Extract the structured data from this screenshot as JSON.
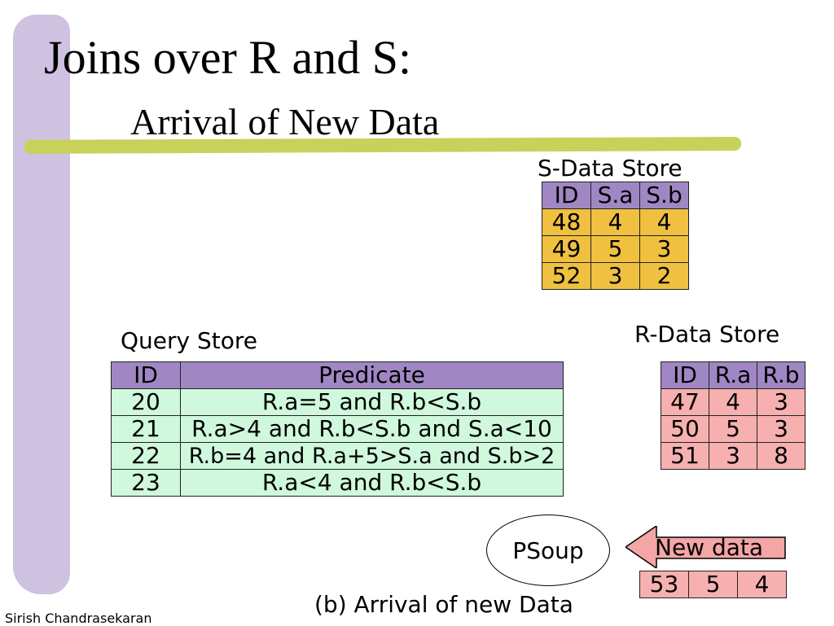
{
  "slide": {
    "title": "Joins over R and S:",
    "subtitle": "Arrival of New Data",
    "footer": "Sirish Chandrasekaran",
    "caption_bottom": "(b) Arrival of new Data"
  },
  "s_store": {
    "label": "S-Data Store",
    "headers": [
      "ID",
      "S.a",
      "S.b"
    ],
    "rows": [
      [
        "48",
        "4",
        "4"
      ],
      [
        "49",
        "5",
        "3"
      ],
      [
        "52",
        "3",
        "2"
      ]
    ]
  },
  "r_store": {
    "label": "R-Data Store",
    "headers": [
      "ID",
      "R.a",
      "R.b"
    ],
    "rows": [
      [
        "47",
        "4",
        "3"
      ],
      [
        "50",
        "5",
        "3"
      ],
      [
        "51",
        "3",
        "8"
      ]
    ]
  },
  "query_store": {
    "label": "Query Store",
    "headers": [
      "ID",
      "Predicate"
    ],
    "rows": [
      [
        "20",
        "R.a=5 and R.b<S.b"
      ],
      [
        "21",
        "R.a>4 and R.b<S.b and S.a<10"
      ],
      [
        "22",
        "R.b=4 and R.a+5>S.a and S.b>2"
      ],
      [
        "23",
        "R.a<4 and R.b<S.b"
      ]
    ]
  },
  "psoup": {
    "label": "PSoup"
  },
  "new_data": {
    "label": "New data",
    "row": [
      "53",
      "5",
      "4"
    ]
  },
  "colors": {
    "left_bar": "#cfc1e0",
    "rule": "#c8d15a",
    "header_purple": "#a087c4",
    "s_cells": "#f0c040",
    "r_cells": "#f7b0b0",
    "query_cells": "#cff8dd"
  }
}
